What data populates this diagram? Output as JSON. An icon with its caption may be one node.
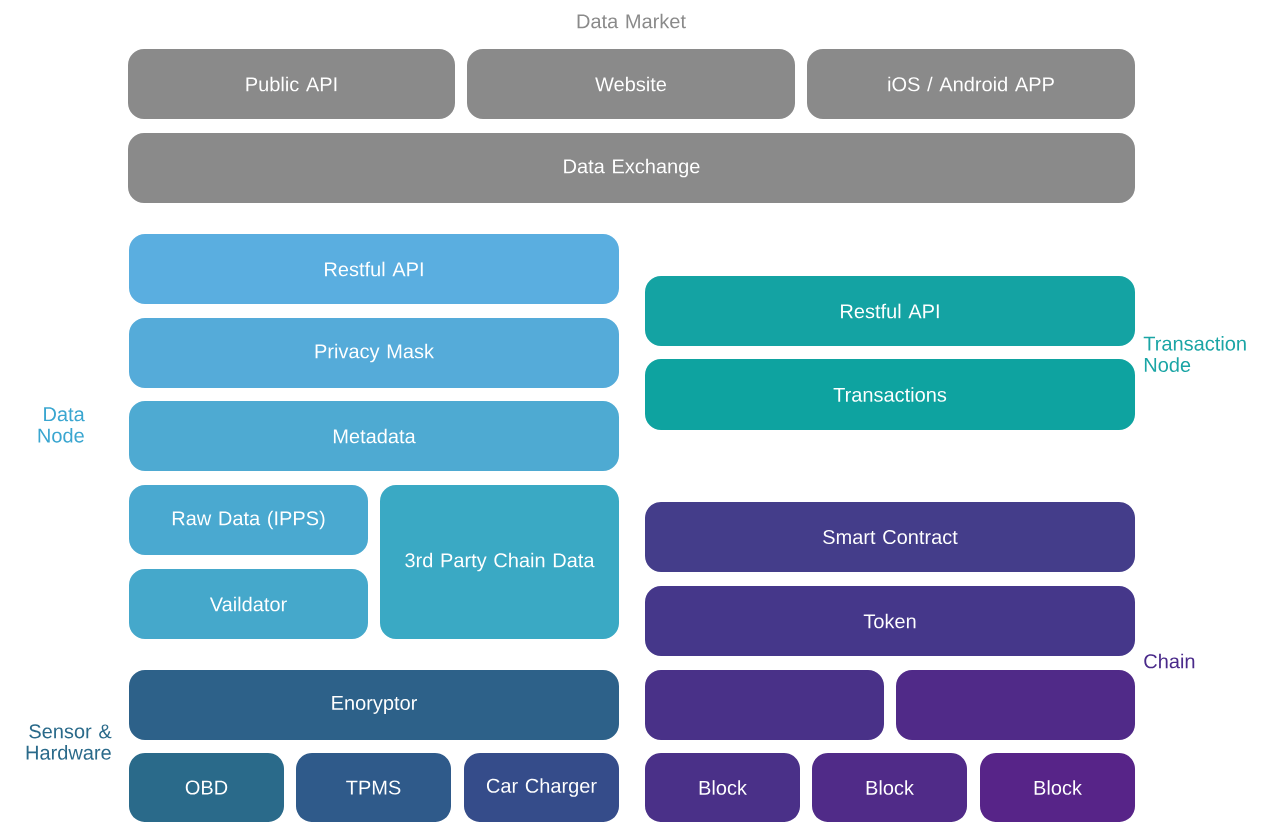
{
  "diagram": {
    "nodes": [
      {
        "text": [
          "Public API"
        ]
      },
      {
        "text": [
          "Website"
        ]
      },
      {
        "text": [
          "iOS / Android APP"
        ]
      },
      {
        "text": [
          "Data Exchange"
        ]
      },
      {
        "text": [
          "Restful API"
        ]
      },
      {
        "text": [
          "Privacy Mask"
        ]
      },
      {
        "text": [
          "Metadata"
        ]
      },
      {
        "text": [
          "Raw Data (IPPS)"
        ]
      },
      {
        "text": [
          "Vaildator"
        ]
      },
      {
        "text": [
          "3rd Party Chain Data"
        ]
      },
      {
        "text": [
          "Restful API"
        ]
      },
      {
        "text": [
          "Transactions"
        ]
      },
      {
        "text": [
          "Smart Contract"
        ]
      },
      {
        "text": [
          "Token"
        ]
      },
      {
        "text": [],
        "shape": "box"
      },
      {
        "text": [],
        "shape": "box"
      },
      {
        "text": [
          "Block"
        ]
      },
      {
        "text": [
          "Block"
        ]
      },
      {
        "text": [
          "Block"
        ]
      },
      {
        "text": [
          "Enoryptor"
        ]
      },
      {
        "text": [
          "OBD"
        ]
      },
      {
        "text": [
          "TPMS"
        ]
      },
      {
        "text": [
          "Car Charger"
        ]
      }
    ],
    "labels": [
      "Data Market",
      "Data Node",
      "Transaction Node",
      "Chain",
      "Sensor & Hardware"
    ]
  }
}
